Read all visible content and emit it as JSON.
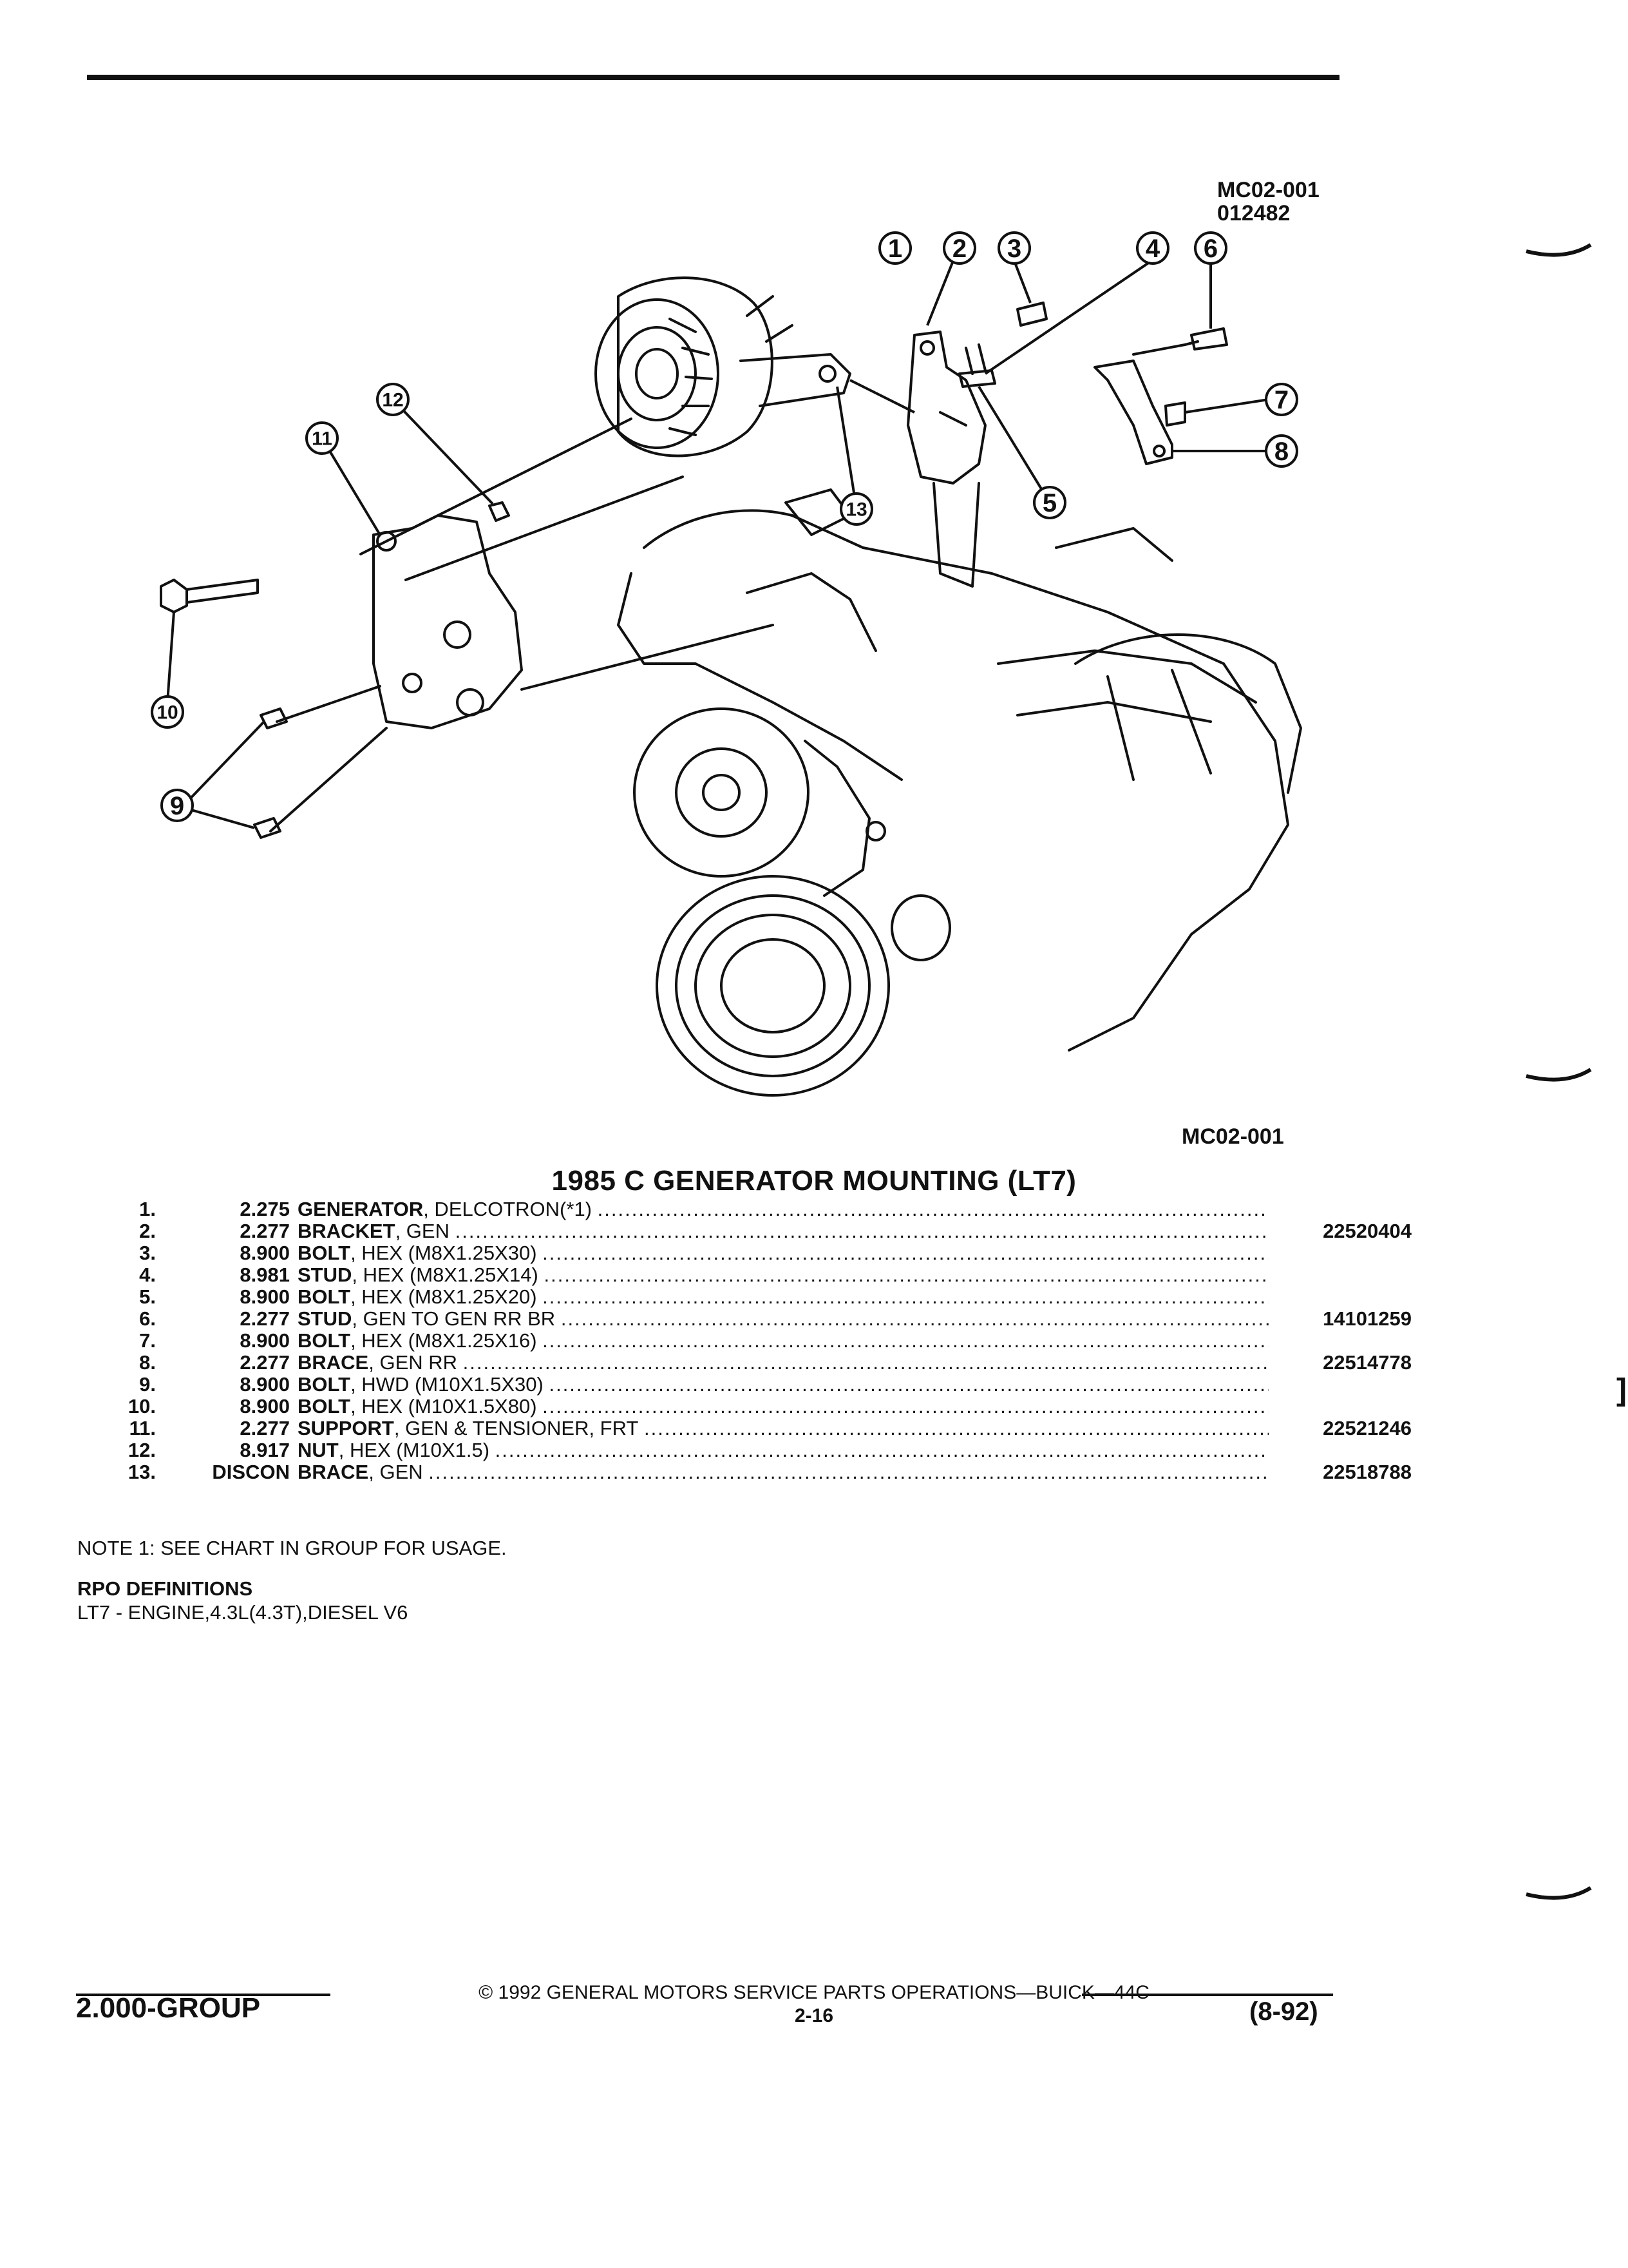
{
  "figure": {
    "id_top": "MC02-001",
    "id_number": "012482",
    "id_bottom": "MC02-001",
    "title": "1985 C GENERATOR MOUNTING (LT7)",
    "callouts": [
      "1",
      "2",
      "3",
      "4",
      "5",
      "6",
      "7",
      "8",
      "9",
      "10",
      "11",
      "12",
      "13"
    ]
  },
  "parts": [
    {
      "num": "1.",
      "group": "2.275",
      "name": "GENERATOR",
      "spec": ", DELCOTRON(*1)",
      "part_no": ""
    },
    {
      "num": "2.",
      "group": "2.277",
      "name": "BRACKET",
      "spec": ", GEN",
      "part_no": "22520404"
    },
    {
      "num": "3.",
      "group": "8.900",
      "name": "BOLT",
      "spec": ", HEX (M8X1.25X30)",
      "part_no": ""
    },
    {
      "num": "4.",
      "group": "8.981",
      "name": "STUD",
      "spec": ", HEX (M8X1.25X14)",
      "part_no": ""
    },
    {
      "num": "5.",
      "group": "8.900",
      "name": "BOLT",
      "spec": ", HEX (M8X1.25X20)",
      "part_no": ""
    },
    {
      "num": "6.",
      "group": "2.277",
      "name": "STUD",
      "spec": ", GEN TO GEN RR BR",
      "part_no": "14101259"
    },
    {
      "num": "7.",
      "group": "8.900",
      "name": "BOLT",
      "spec": ", HEX (M8X1.25X16)",
      "part_no": ""
    },
    {
      "num": "8.",
      "group": "2.277",
      "name": "BRACE",
      "spec": ", GEN RR",
      "part_no": "22514778"
    },
    {
      "num": "9.",
      "group": "8.900",
      "name": "BOLT",
      "spec": ", HWD (M10X1.5X30)",
      "part_no": ""
    },
    {
      "num": "10.",
      "group": "8.900",
      "name": "BOLT",
      "spec": ", HEX (M10X1.5X80)",
      "part_no": ""
    },
    {
      "num": "11.",
      "group": "2.277",
      "name": "SUPPORT",
      "spec": ", GEN & TENSIONER, FRT",
      "part_no": "22521246"
    },
    {
      "num": "12.",
      "group": "8.917",
      "name": "NUT",
      "spec": ", HEX (M10X1.5)",
      "part_no": ""
    },
    {
      "num": "13.",
      "group": "DISCON",
      "name": "BRACE",
      "spec": ", GEN",
      "part_no": "22518788"
    }
  ],
  "note": "NOTE 1: SEE CHART IN GROUP FOR USAGE.",
  "rpo": {
    "heading": "RPO DEFINITIONS",
    "text": "LT7 - ENGINE,4.3L(4.3T),DIESEL V6"
  },
  "footer": {
    "left": "2.000-GROUP",
    "center": "© 1992 GENERAL MOTORS SERVICE PARTS OPERATIONS—BUICK—44C",
    "page": "2-16",
    "right": "(8-92)"
  },
  "edge_marks": [
    "]"
  ]
}
